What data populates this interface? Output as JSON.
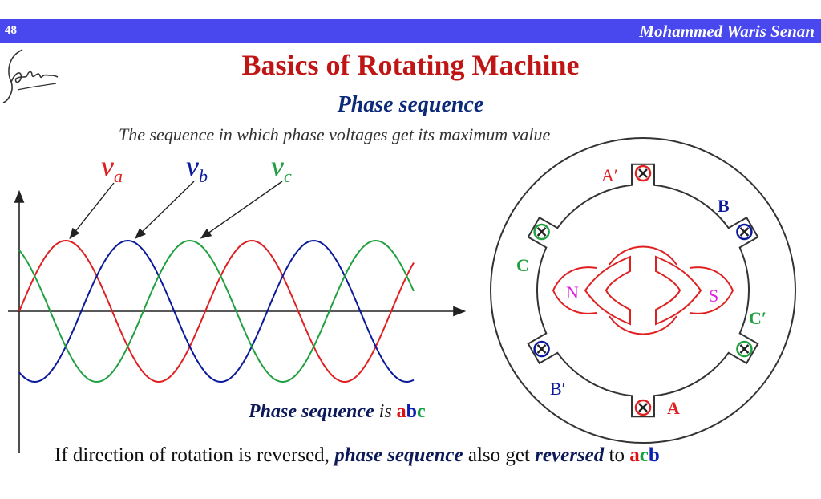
{
  "header": {
    "page_number": "48",
    "author": "Mohammed Waris Senan"
  },
  "title": "Basics of Rotating Machine",
  "subtitle": "Phase sequence",
  "definition": "The sequence in which phase voltages get its maximum value",
  "waves": {
    "labels": {
      "a": {
        "v": "v",
        "sub": "a"
      },
      "b": {
        "v": "v",
        "sub": "b"
      },
      "c": {
        "v": "v",
        "sub": "c"
      }
    },
    "colors": {
      "a": "#e02020",
      "b": "#0a1a9a",
      "c": "#20a040"
    }
  },
  "phase_sequence": {
    "prefix": "Phase sequence",
    "mid": "is",
    "seq": [
      "a",
      "b",
      "c"
    ]
  },
  "bottom": {
    "text1": "If direction of rotation is reversed,",
    "bold1": "phase sequence",
    "text2": "also get",
    "bold2": "reversed",
    "text3": "to",
    "seq": [
      "a",
      "c",
      "b"
    ]
  },
  "machine": {
    "labels": {
      "a_prime": "A′",
      "b": "B",
      "c": "C",
      "c_prime": "C′",
      "b_prime": "B′",
      "a": "A",
      "n": "N",
      "s": "S"
    },
    "colors": {
      "red": "#e02020",
      "blue": "#0a1a9a",
      "green": "#20a040",
      "magenta": "#e020e0"
    }
  }
}
